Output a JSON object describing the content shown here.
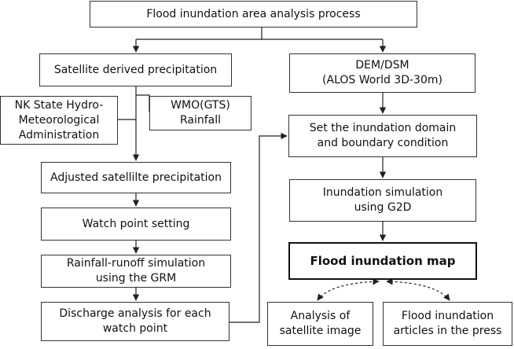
{
  "nodes": {
    "title": "Flood inundation area analysis process",
    "sat_precip": "Satellite derived precipitation",
    "nk_state": "NK State Hydro-\nMeteorological\nAdministration",
    "wmo": "WMO(GTS)\nRainfall",
    "adjusted": "Adjusted satellilte precipitation",
    "watch_point": "Watch point setting",
    "rainfall_runoff": "Rainfall-runoff simulation\nusing the GRM",
    "discharge": "Discharge analysis for each\nwatch point",
    "dem": "DEM/DSM\n(ALOS World 3D-30m)",
    "set_domain": "Set the inundation domain\nand boundary condition",
    "inundation_sim": "Inundation simulation\nusing G2D",
    "flood_map": "Flood inundation map",
    "analysis_sat": "Analysis of\nsatellite image",
    "press": "Flood inundation\narticles in the press"
  }
}
